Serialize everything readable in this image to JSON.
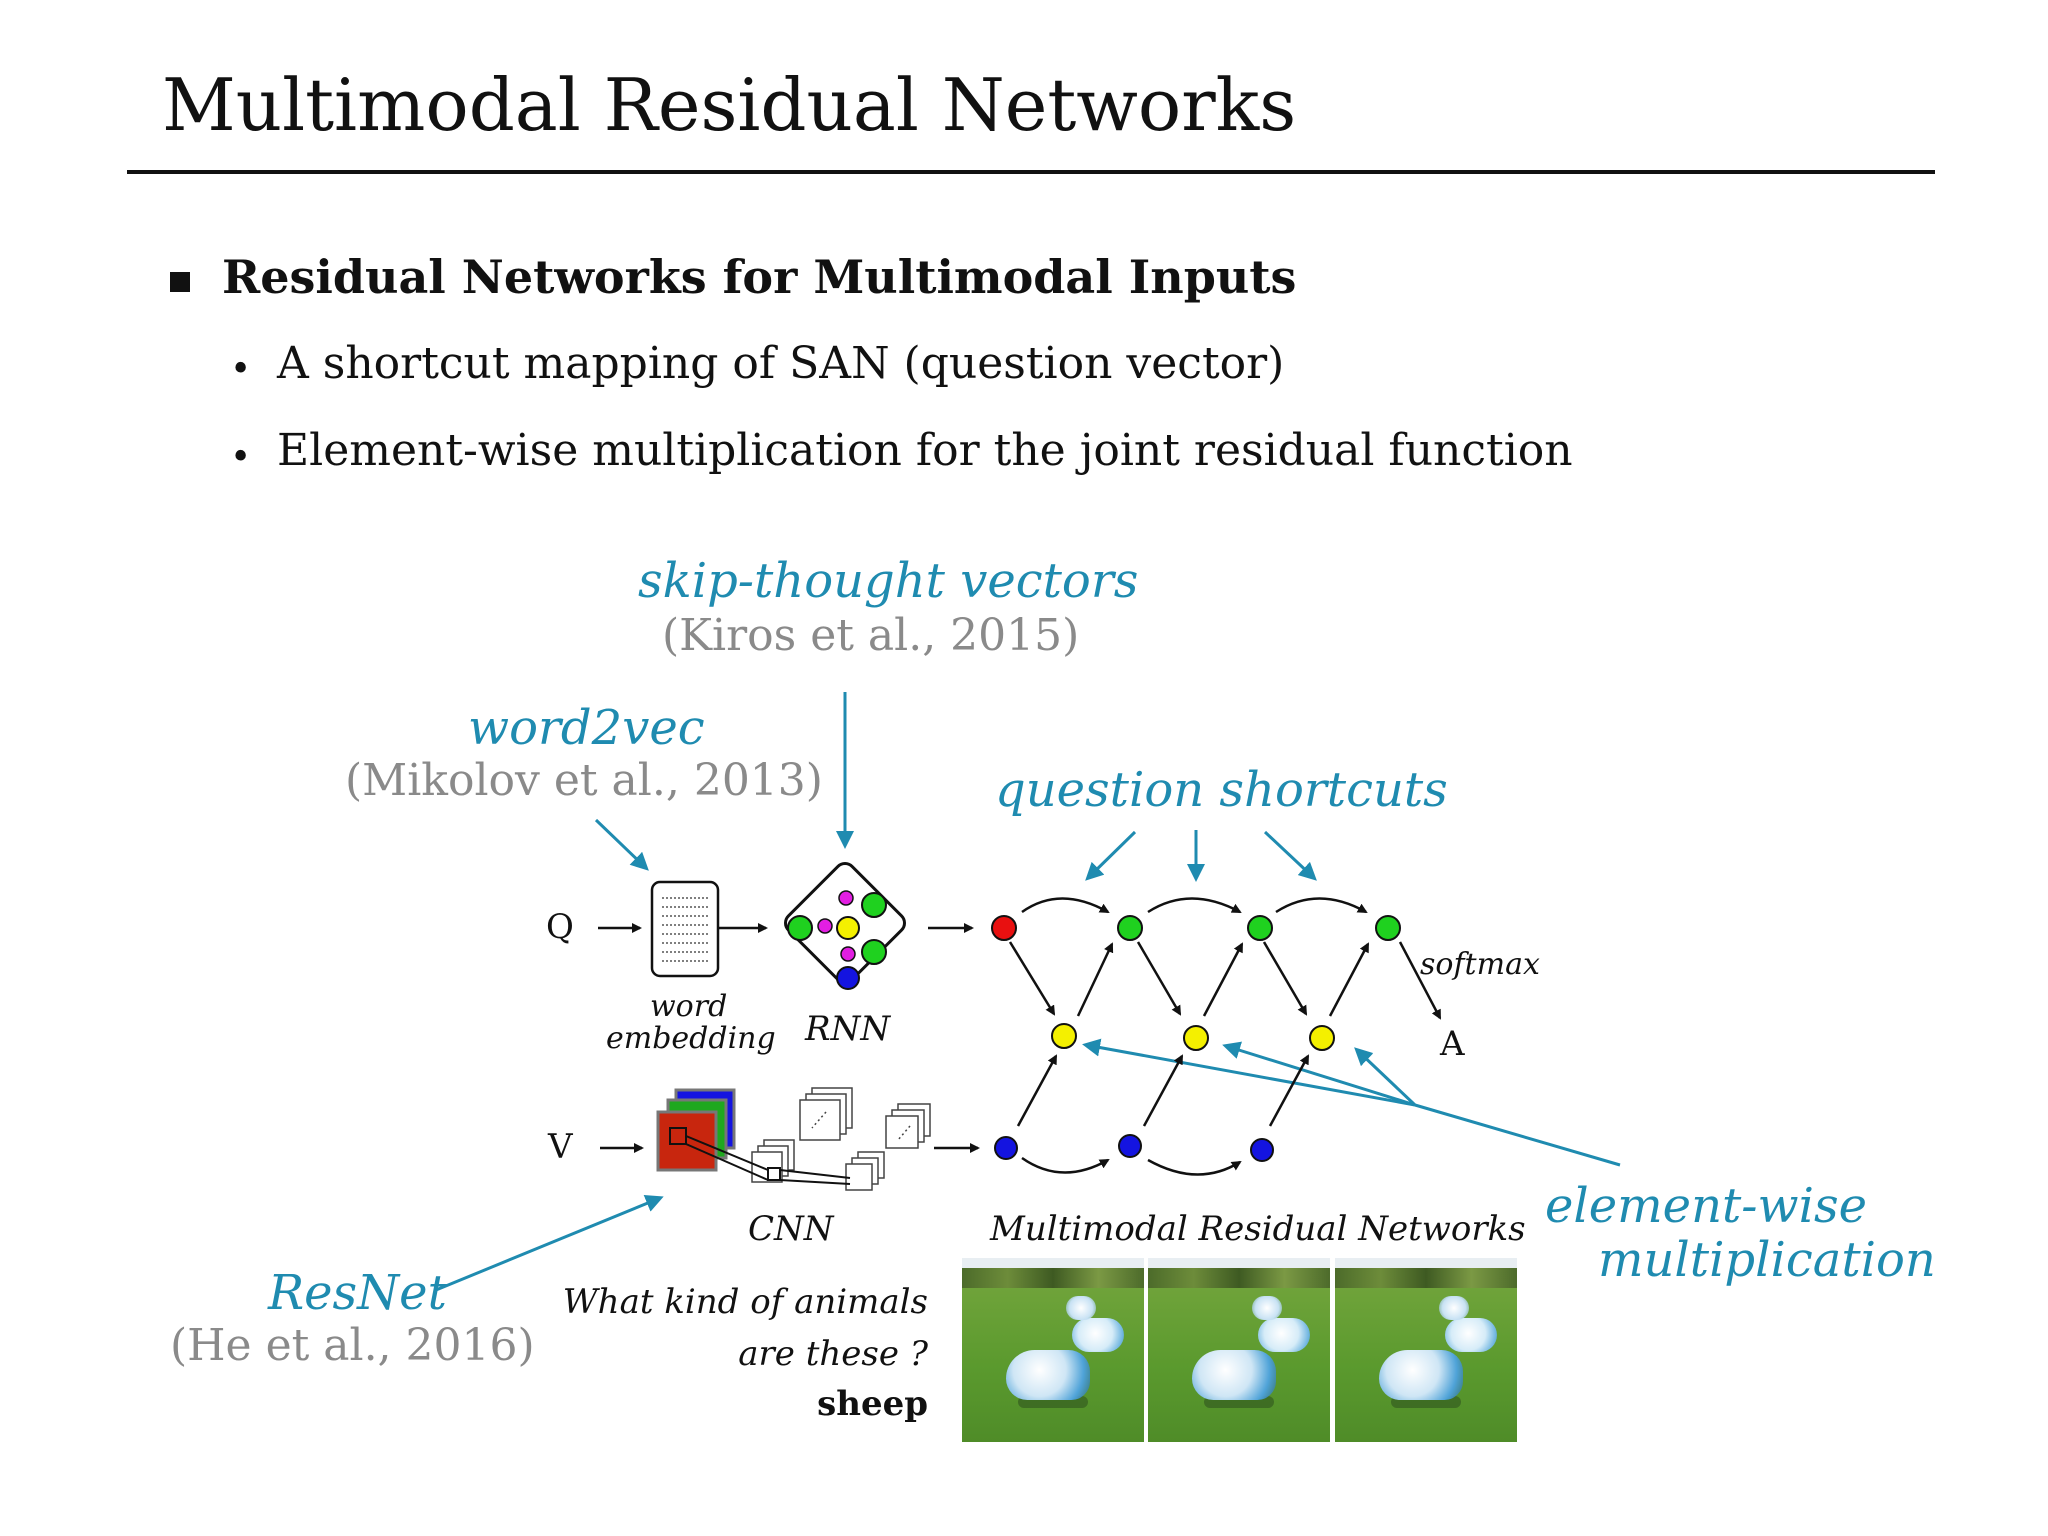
{
  "slide": {
    "title": "Multimodal Residual Networks",
    "section_heading": "Residual Networks for Multimodal Inputs",
    "bullets": [
      "A shortcut mapping of SAN (question vector)",
      "Element-wise multiplication for the joint residual function"
    ]
  },
  "annotations": {
    "skipthought_label": "skip-thought vectors",
    "skipthought_cite": "(Kiros et al., 2015)",
    "word2vec_label": "word2vec",
    "word2vec_cite": "(Mikolov et al., 2013)",
    "shortcuts_label": "question shortcuts",
    "resnet_label": "ResNet",
    "resnet_cite": "(He et al., 2016)",
    "ewm_label_line1": "element-wise",
    "ewm_label_line2": "multiplication"
  },
  "diagram": {
    "q_label": "Q",
    "v_label": "V",
    "word_embedding_line1": "word",
    "word_embedding_line2": "embedding",
    "rnn_label": "RNN",
    "cnn_label": "CNN",
    "softmax_label": "softmax",
    "answer_node_label": "A",
    "mrn_title": "Multimodal Residual Networks",
    "question_line1": "What kind of animals",
    "question_line2": "are these ?",
    "answer": "sheep"
  },
  "colors": {
    "accent_teal": "#1f8bb0",
    "citation_gray": "#8a8a8a",
    "node_green": "#1fd11f",
    "node_yellow": "#f4f000",
    "node_red": "#e81010",
    "node_blue": "#1414e0",
    "node_magenta": "#e21ee2",
    "cnn_red": "#c8260e"
  }
}
